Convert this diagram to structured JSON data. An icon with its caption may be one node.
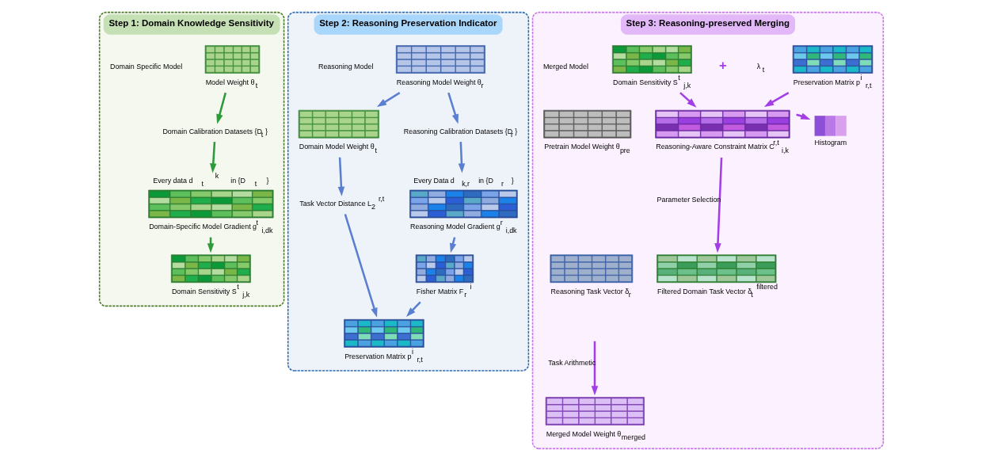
{
  "diagram": {
    "nodes": [
      {
        "text": [
          "Step 1: Domain Knowledge Sensitivity"
        ]
      },
      {
        "text": [
          "Domain Specific Model"
        ],
        "in": 0
      },
      {
        "text": [
          "Model Weight θ$_{t}$"
        ],
        "in": 0
      },
      {
        "text": [
          "Domain Calibration Datasets {D$_{t}$}"
        ],
        "in": 0
      },
      {
        "text": [
          "Every data d$_{t}$$^{k}$ in {D$_{t}$}",
          "Domain-Specific Model Gradient g$^{t}$$_{i,d}$$_{k}$"
        ],
        "in": 0
      },
      {
        "text": [
          "Domain Sensitivity S$^{t}$$_{j,k}$"
        ],
        "in": 0
      },
      {
        "text": [
          "Step 2: Reasoning Preservation Indicator"
        ]
      },
      {
        "text": [
          "Reasoning Model"
        ],
        "in": 6
      },
      {
        "text": [
          "Reasoning Model Weight θ$_{r}$"
        ],
        "in": 6
      },
      {
        "text": [
          "Domain Model Weight θ$_{t}$"
        ],
        "in": 6
      },
      {
        "text": [
          "Reasoning Calibration Datasets {D$_{r}$}"
        ],
        "in": 6
      },
      {
        "text": [
          "Task Vector Distance L$_{2}$$^{r,t}$"
        ],
        "in": 6
      },
      {
        "text": [
          "Every Data d$_{k,r}$ in {D$_{r}$}",
          "Reasoning Model Gradient g$^{r}$$_{i,d}$$_{k}$"
        ],
        "in": 6
      },
      {
        "text": [
          "Fisher Matrix F$_{r}$$^{i}$"
        ],
        "in": 6
      },
      {
        "text": [
          "Preservation Matrix p$^{i}$$_{r,t}$"
        ],
        "in": 6
      },
      {
        "text": [
          "Step 3: Reasoning-preserved Merging"
        ]
      },
      {
        "text": [
          "Merged Model"
        ],
        "in": 15
      },
      {
        "text": [
          "Domain Sensitivity S$^{t}$$_{j,k}$"
        ],
        "in": 15
      },
      {
        "text": [
          "Preservation Matrix p$^{i}$$_{r,t}$"
        ],
        "in": 15
      },
      {
        "text": [
          "Pretrain Model Weight θ$_{pre}$"
        ],
        "in": 15
      },
      {
        "text": [
          "Reasoning-Aware Constraint Matrix C$^{r,t}$$_{i,k}$"
        ],
        "in": 15
      },
      {
        "text": [
          "Histogram"
        ],
        "in": 15
      },
      {
        "text": [
          "Reasoning Task Vector δ$_{r}$"
        ],
        "in": 15
      },
      {
        "text": [
          "Filtered Domain Task Vector δ$_{t}$$^{filtered}$"
        ],
        "in": 15
      },
      {
        "text": [
          "Merged Model Weight θ$_{merged}$"
        ],
        "in": 15
      }
    ],
    "edges": [
      {
        "from": 2,
        "to": 3,
        "arrow": "to",
        "color": "#2e9a3a"
      },
      {
        "from": 3,
        "to": 4,
        "arrow": "to",
        "color": "#2e9a3a"
      },
      {
        "from": 4,
        "to": 5,
        "arrow": "to",
        "color": "#2e9a3a"
      },
      {
        "from": 8,
        "to": 9,
        "arrow": "to"
      },
      {
        "from": 8,
        "to": 10,
        "arrow": "to"
      },
      {
        "from": 10,
        "to": 12,
        "arrow": "to"
      },
      {
        "from": 9,
        "to": 11,
        "arrow": "to"
      },
      {
        "from": 11,
        "to": 14,
        "arrow": "to"
      },
      {
        "from": 12,
        "to": 13,
        "arrow": "to"
      },
      {
        "from": 13,
        "to": 14,
        "arrow": "to"
      },
      {
        "from": 17,
        "to": 20,
        "arrow": "to",
        "color": "#a33ee6"
      },
      {
        "from": 18,
        "to": 20,
        "arrow": "to",
        "color": "#a33ee6"
      },
      {
        "from": 20,
        "to": 21,
        "arrow": "to",
        "color": "#a33ee6"
      },
      {
        "from": 20,
        "to": 23,
        "arrow": "to",
        "label": "Parameter Selection",
        "color": "#a33ee6"
      },
      {
        "from": null,
        "to": 24,
        "arrow": "to",
        "label": "Task Arithmetic",
        "color": "#a33ee6"
      }
    ],
    "labels": [
      "+",
      "λ$_{t}$"
    ]
  }
}
